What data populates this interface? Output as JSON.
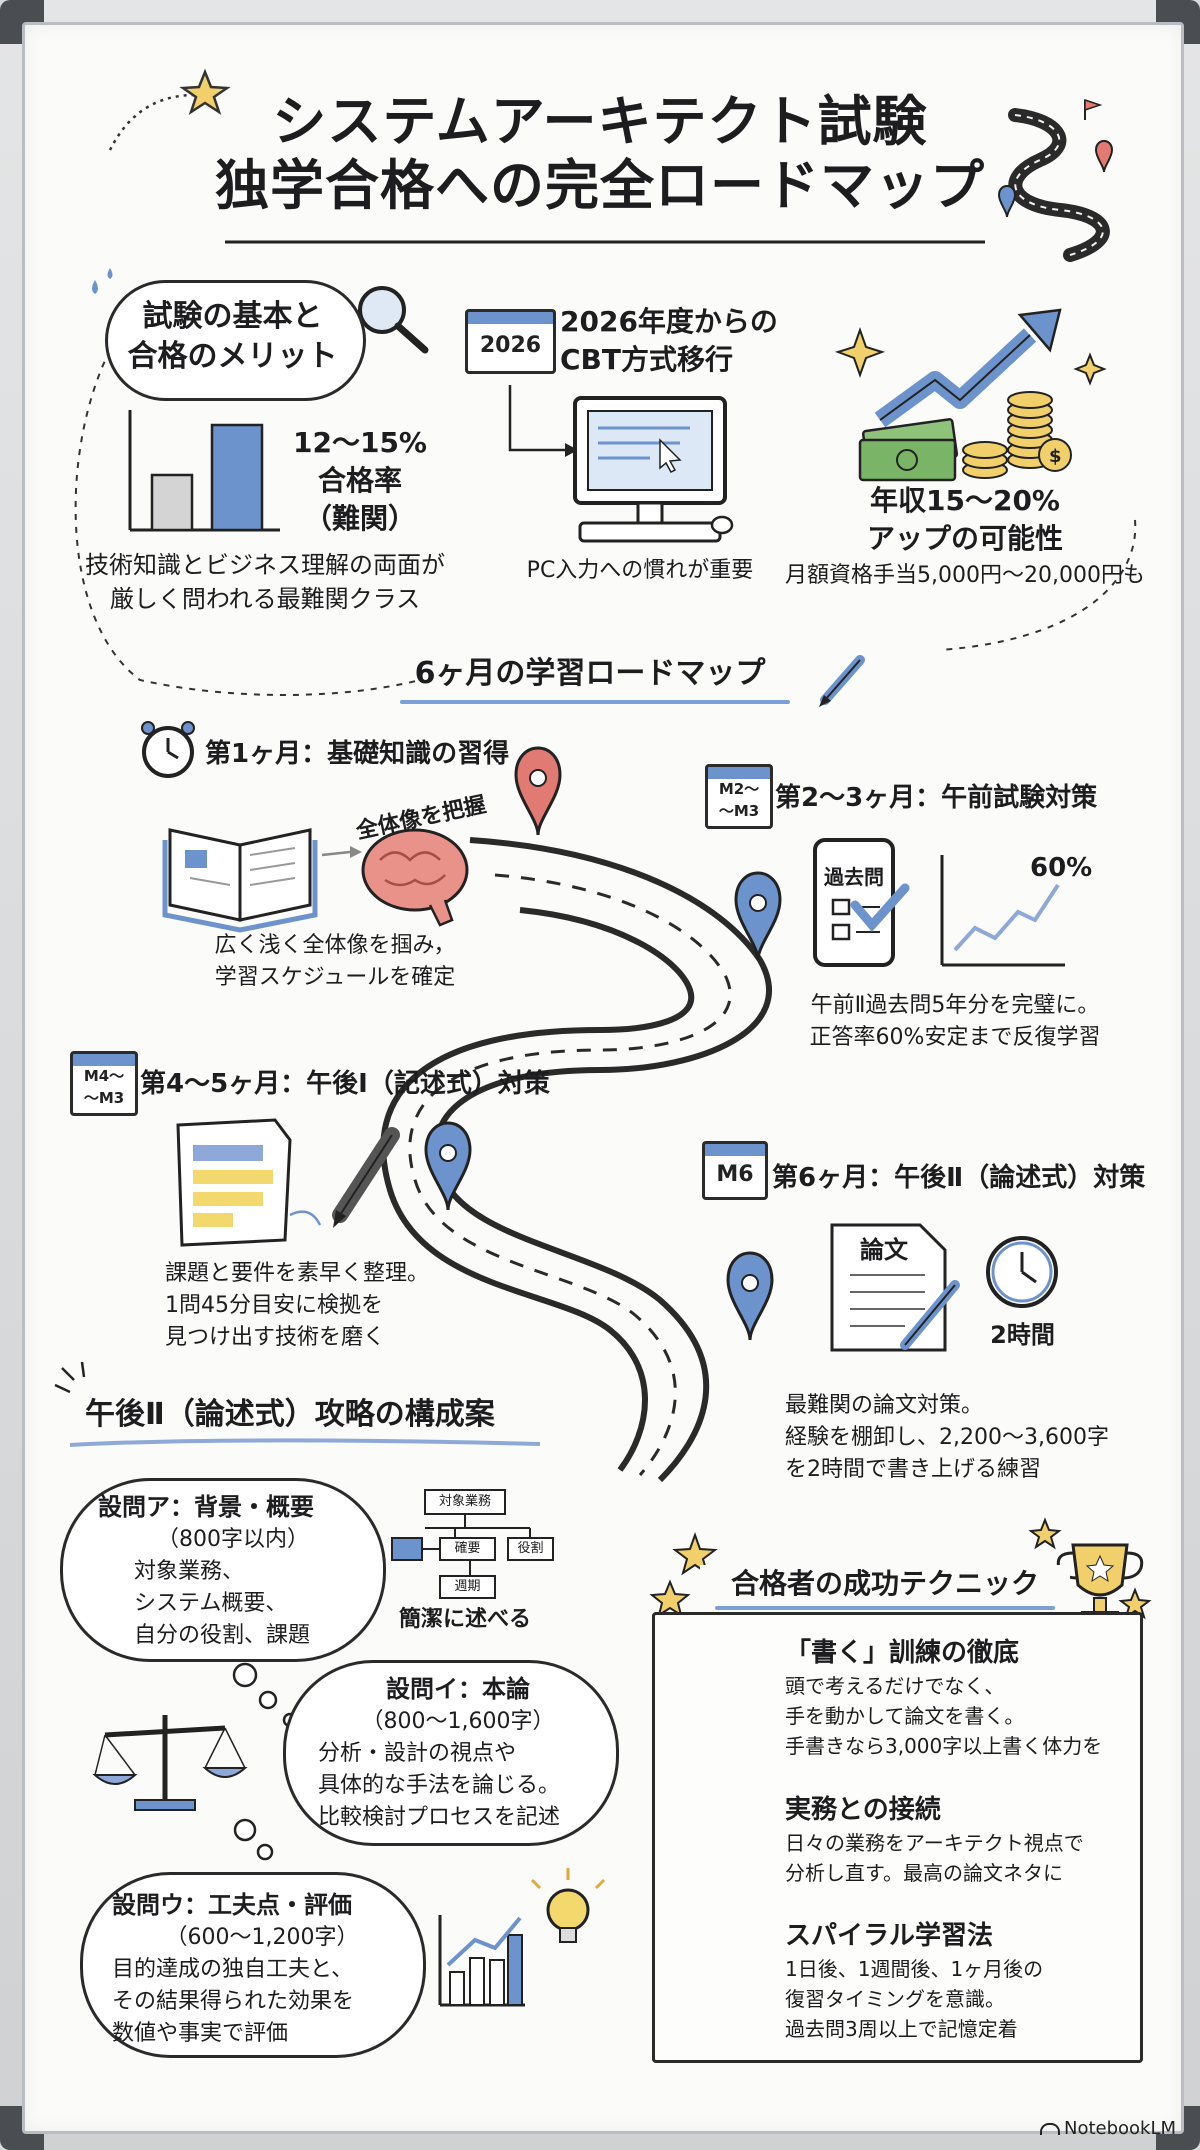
{
  "title": {
    "line1": "システムアーキテクト試験",
    "line2": "独学合格への完全ロードマップ"
  },
  "basics": {
    "heading_line1": "試験の基本と",
    "heading_line2": "合格のメリット",
    "pass_rate_line1": "12〜15%",
    "pass_rate_line2": "合格率",
    "pass_rate_line3": "（難関）",
    "desc_line1": "技術知識とビジネス理解の両面が",
    "desc_line2": "厳しく問われる最難関クラス"
  },
  "cbt": {
    "year_badge": "2026",
    "heading_line1": "2026年度からの",
    "heading_line2": "CBT方式移行",
    "note": "PC入力への慣れが重要"
  },
  "salary": {
    "heading_line1": "年収15〜20%",
    "heading_line2": "アップの可能性",
    "note": "月額資格手当5,000円〜20,000円も"
  },
  "roadmap": {
    "heading": "6ヶ月の学習ロードマップ",
    "m1": {
      "title": "第1ヶ月：基礎知識の習得",
      "brain_label": "全体像を把握",
      "desc_line1": "広く浅く全体像を掴み，",
      "desc_line2": "学習スケジュールを確定"
    },
    "m23": {
      "badge_line1": "M2〜",
      "badge_line2": "〜M3",
      "title": "第2〜3ヶ月：午前試験対策",
      "phone_label": "過去問",
      "chart_label": "60%",
      "desc_line1": "午前Ⅱ過去問5年分を完璧に。",
      "desc_line2": "正答率60%安定まで反復学習"
    },
    "m45": {
      "badge_line1": "M4〜",
      "badge_line2": "〜M3",
      "title": "第4〜5ヶ月：午後Ⅰ（記述式）対策",
      "desc_line1": "課題と要件を素早く整理。",
      "desc_line2": "1問45分目安に検拠を",
      "desc_line3": "見つけ出す技術を磨く"
    },
    "m6": {
      "badge": "M6",
      "title": "第6ヶ月：午後Ⅱ（論述式）対策",
      "doc_label": "論文",
      "clock_label": "2時間",
      "desc_line1": "最難関の論文対策。",
      "desc_line2": "経験を棚卸し、2,200〜3,600字",
      "desc_line3": "を2時間で書き上げる練習"
    }
  },
  "essay": {
    "heading": "午後Ⅱ（論述式）攻略の構成案",
    "a": {
      "title": "設問ア：背景・概要",
      "limit": "（800字以内）",
      "line1": "対象業務、",
      "line2": "システム概要、",
      "line3": "自分の役割、課題"
    },
    "tree": {
      "root": "対象業務",
      "left": "確要",
      "right": "役割",
      "bottom": "週期",
      "caption": "簡潔に述べる"
    },
    "i": {
      "title": "設問イ：本論",
      "limit": "（800〜1,600字）",
      "line1": "分析・設計の視点や",
      "line2": "具体的な手法を論じる。",
      "line3": "比較検討プロセスを記述"
    },
    "u": {
      "title": "設問ウ：工夫点・評価",
      "limit": "（600〜1,200字）",
      "line1": "目的達成の独自工夫と、",
      "line2": "その結果得られた効果を",
      "line3": "数値や事実で評価"
    }
  },
  "techniques": {
    "heading": "合格者の成功テクニック",
    "write": {
      "title": "「書く」訓練の徹底",
      "line1": "頭で考えるだけでなく、",
      "line2": "手を動かして論文を書く。",
      "line3": "手書きなら3,000字以上書く体力を"
    },
    "practice": {
      "title": "実務との接続",
      "line1": "日々の業務をアーキテクト視点で",
      "line2": "分析し直す。最高の論文ネタに"
    },
    "spiral": {
      "title": "スパイラル学習法",
      "line1": "1日後、1週間後、1ヶ月後の",
      "line2": "復習タイミングを意識。",
      "line3": "過去問3周以上で記憶定着"
    }
  },
  "footer": {
    "brand": "NotebookLM"
  },
  "colors": {
    "accent_blue": "#6d93cc",
    "pin_red": "#e07a72",
    "ink": "#1d1d1f",
    "highlight_yellow": "#f3d86e"
  }
}
